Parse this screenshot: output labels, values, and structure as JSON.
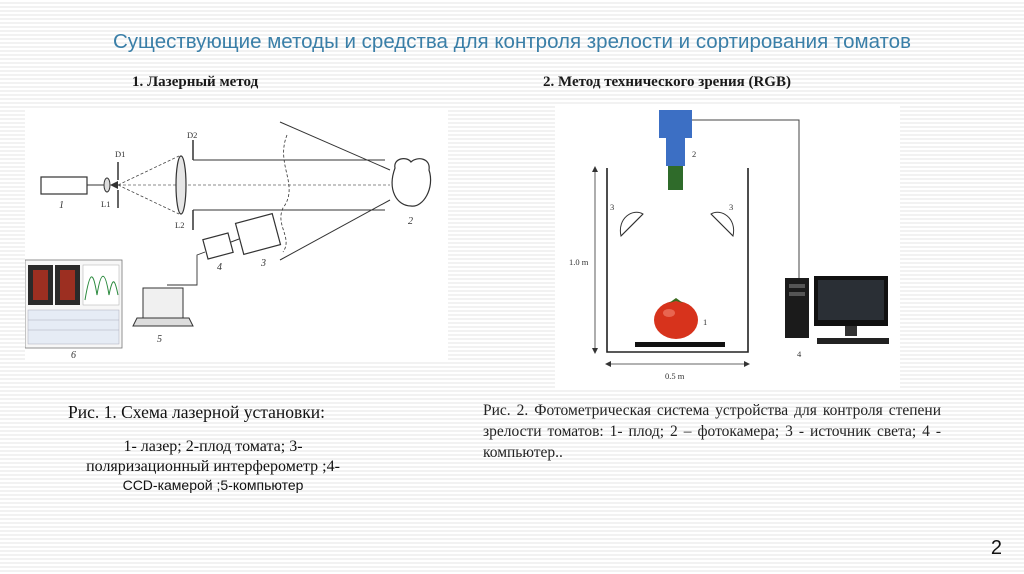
{
  "slide": {
    "title": "Существующие методы и средства для контроля зрелости и сортирования томатов",
    "page_number": "2"
  },
  "left": {
    "subtitle": "1. Лазерный метод",
    "figure_labels": {
      "d1": "D1",
      "d2": "D2",
      "l1": "L1",
      "l2": "L2",
      "n1": "1",
      "n2": "2",
      "n3": "3",
      "n4": "4",
      "n5": "5",
      "n6": "6"
    },
    "caption": "Рис. 1. Схема лазерной установки:",
    "legend_line1": "1- лазер; 2-плод томата; 3-",
    "legend_line2": "поляризационный интерферометр ;4-",
    "legend_line3": "CCD-камерой ;5-компьютер"
  },
  "right": {
    "subtitle": "2. Метод технического зрения (RGB)",
    "figure_labels": {
      "n1": "1",
      "n2": "2",
      "n3a": "3",
      "n3b": "3",
      "n4": "4",
      "height": "1.0 m",
      "width": "0.5 m"
    },
    "caption": "Рис. 2. Фотометрическая система устройства для контроля степени зрелости томатов: 1- плод; 2 – фотокамера; 3 - источник света; 4 - компьютер.."
  },
  "colors": {
    "title": "#3a7fa8",
    "camera_blue": "#3c6fc4",
    "camera_green": "#2f6b2a",
    "tomato_red": "#d7331c"
  }
}
